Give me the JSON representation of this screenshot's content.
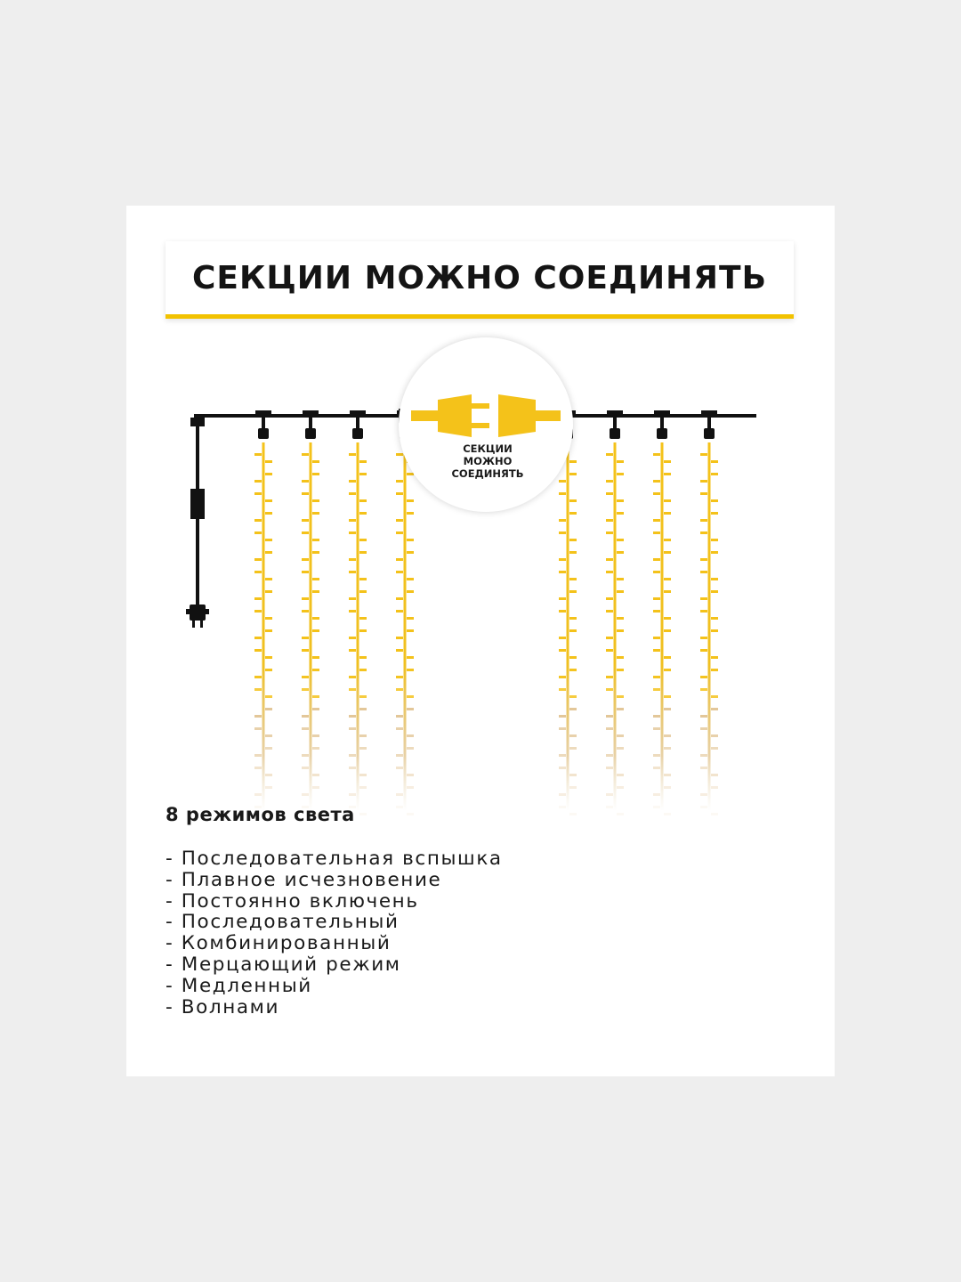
{
  "title": "СЕКЦИИ МОЖНО СОЕДИНЯТЬ",
  "badge_lines": [
    "СЕКЦИИ",
    "МОЖНО",
    "СОЕДИНЯТЬ"
  ],
  "modes_title": "8 режимов света",
  "modes": [
    "- Последовательная вспышка",
    "- Плавное исчезновение",
    "- Постоянно включень",
    "- Последовательный",
    "- Комбинированный",
    "- Мерцающий режим",
    "- Медленный",
    "- Волнами"
  ],
  "colors": {
    "accent": "#f2c200",
    "strand": "#f4c21a",
    "cable": "#111111",
    "background": "#eeeeee",
    "card": "#ffffff"
  },
  "icons": [
    "plug-icon",
    "connector-icon",
    "power-plug-icon"
  ]
}
